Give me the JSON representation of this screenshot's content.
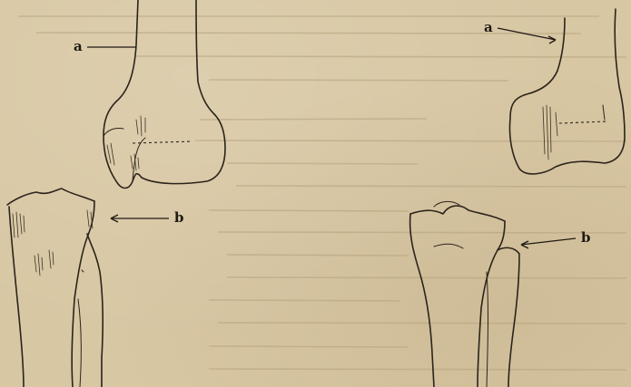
{
  "figure": {
    "labels": {
      "a_left": "a",
      "b_left": "b",
      "a_right": "a",
      "b_right": "b"
    },
    "colors": {
      "paper": "#d8c7a3",
      "ink": "#2b241b",
      "bleed_through": "#b5a17c"
    }
  }
}
